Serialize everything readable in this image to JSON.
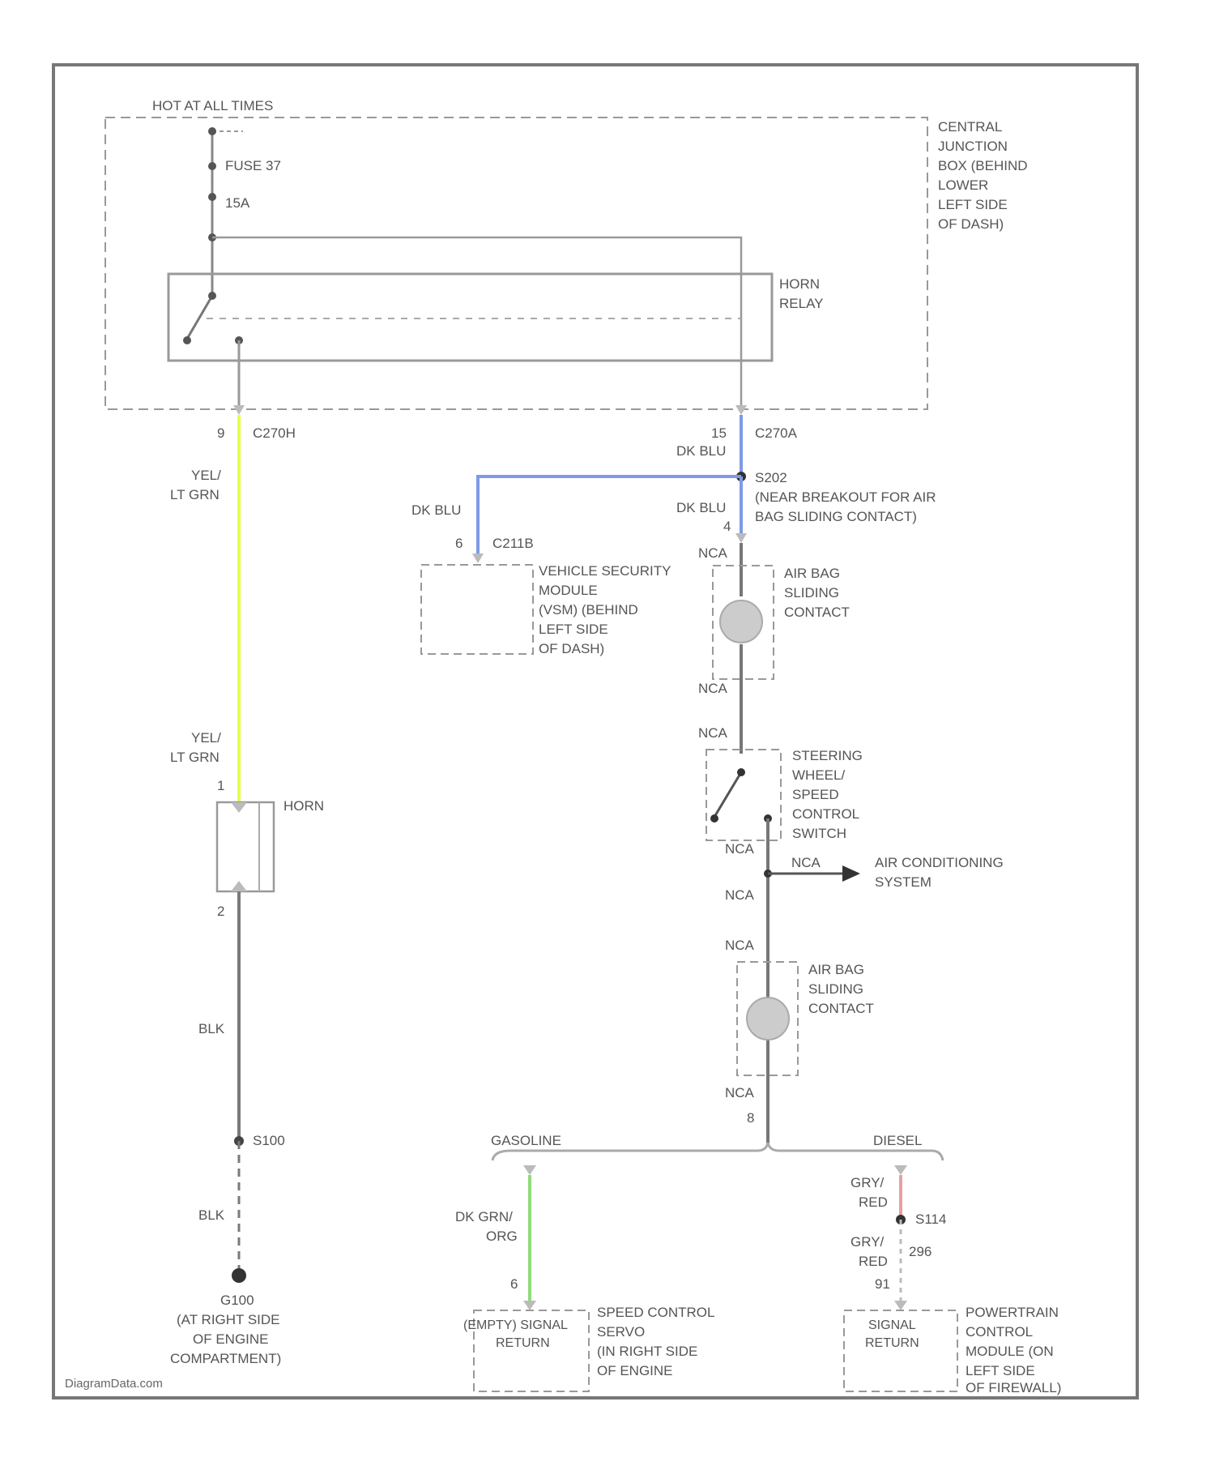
{
  "watermark": "DiagramData.com",
  "colors": {
    "wire_yel_ltgrn": "#e6ff4d",
    "wire_dkblu": "#7f9ae6",
    "wire_dkgrn_org": "#8fdc7a",
    "wire_gry_red": "#e8a0a0",
    "wire_blk": "#7a7a7a",
    "frame": "#777777"
  },
  "junction_box": {
    "hot_label": "HOT AT ALL TIMES",
    "fuse_label": "FUSE 37",
    "fuse_rating": "15A",
    "title_lines": [
      "CENTRAL",
      "JUNCTION",
      "BOX (BEHIND",
      "LOWER",
      "LEFT SIDE",
      "OF DASH)"
    ],
    "relay_lines": [
      "HORN",
      "RELAY"
    ]
  },
  "left_branch": {
    "pin_top": "9",
    "connector": "C270H",
    "wire_color_top": [
      "YEL/",
      "LT GRN"
    ],
    "wire_color_bottom": [
      "YEL/",
      "LT GRN"
    ],
    "horn_pin_1": "1",
    "horn_label": "HORN",
    "horn_pin_2": "2",
    "blk_label_1": "BLK",
    "splice": "S100",
    "blk_label_2": "BLK",
    "ground_lines": [
      "G100",
      "(AT RIGHT SIDE",
      "OF ENGINE",
      "COMPARTMENT)"
    ]
  },
  "right_branch": {
    "pin_top": "15",
    "connector": "C270A",
    "wire_color_top": "DK BLU",
    "splice_lines": [
      "S202",
      "(NEAR BREAKOUT FOR AIR",
      "BAG SLIDING CONTACT)"
    ],
    "left_wire_color": "DK BLU",
    "right_wire_color": "DK BLU",
    "vsm_pin": "6",
    "vsm_connector": "C211B",
    "vsm_lines": [
      "VEHICLE SECURITY",
      "MODULE",
      "(VSM) (BEHIND",
      "LEFT SIDE",
      "OF DASH)"
    ],
    "pin_4": "4",
    "nca_1": "NCA",
    "slide_contact_1_lines": [
      "AIR BAG",
      "SLIDING",
      "CONTACT"
    ],
    "nca_2": "NCA",
    "nca_3": "NCA",
    "steering_switch_lines": [
      "STEERING",
      "WHEEL/",
      "SPEED",
      "CONTROL",
      "SWITCH"
    ],
    "nca_4": "NCA",
    "nca_5": "NCA",
    "ac_label_lines": [
      "AIR CONDITIONING",
      "SYSTEM"
    ],
    "nca_6": "NCA",
    "nca_7": "NCA",
    "slide_contact_2_lines": [
      "AIR BAG",
      "SLIDING",
      "CONTACT"
    ],
    "nca_8": "NCA",
    "pin_8": "8",
    "gasoline_label": "GASOLINE",
    "diesel_label": "DIESEL"
  },
  "gasoline": {
    "wire_color": [
      "DK GRN/",
      "ORG"
    ],
    "pin": "6",
    "box_lines": [
      "(EMPTY) SIGNAL",
      "RETURN"
    ],
    "module_lines": [
      "SPEED CONTROL",
      "SERVO",
      "(IN RIGHT SIDE",
      "OF ENGINE"
    ]
  },
  "diesel": {
    "wire_color_top": [
      "GRY/",
      "RED"
    ],
    "splice": "S114",
    "wire_color_bottom": [
      "GRY/",
      "RED"
    ],
    "wire_gauge": "296",
    "pin": "91",
    "box_lines": [
      "SIGNAL",
      "RETURN"
    ],
    "module_lines": [
      "POWERTRAIN",
      "CONTROL",
      "MODULE (ON",
      "LEFT SIDE",
      "OF FIREWALL)"
    ]
  }
}
